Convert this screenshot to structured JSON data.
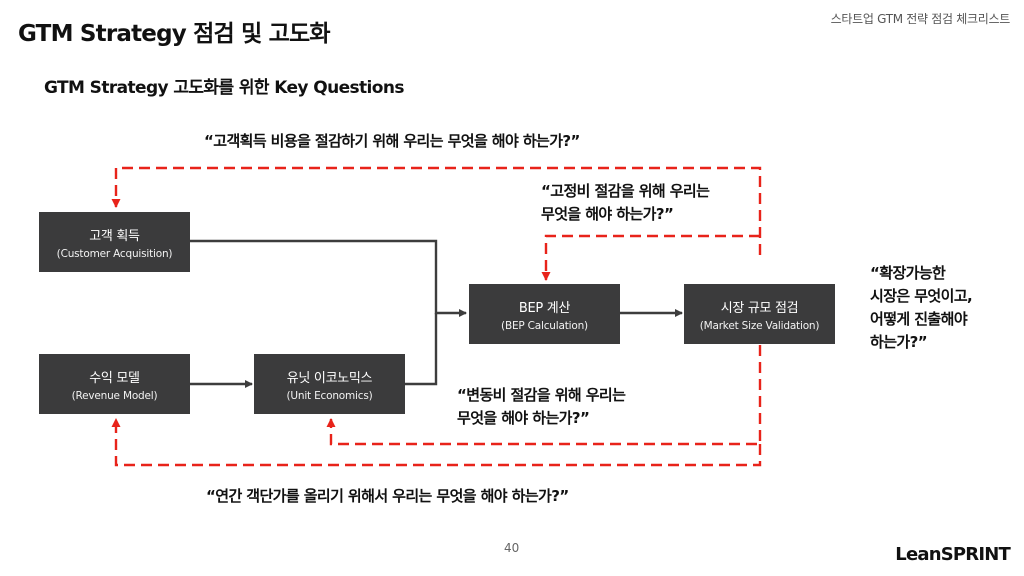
{
  "header": {
    "title": "GTM Strategy 점검 및 고도화",
    "section_label": "스타트업 GTM 전략 점검 체크리스트"
  },
  "subtitle": "GTM Strategy 고도화를 위한 Key Questions",
  "boxes": {
    "customer_acquisition": {
      "title": "고객 획득",
      "subtitle": "(Customer Acquisition)"
    },
    "revenue_model": {
      "title": "수익 모델",
      "subtitle": "(Revenue Model)"
    },
    "unit_economics": {
      "title": "유닛 이코노믹스",
      "subtitle": "(Unit Economics)"
    },
    "bep": {
      "title": "BEP 계산",
      "subtitle": "(BEP Calculation)"
    },
    "market_size": {
      "title": "시장 규모 점검",
      "subtitle": "(Market Size Validation)"
    }
  },
  "questions": {
    "cac": "“고객획득 비용을 절감하기 위해 우리는 무엇을 해야 하는가?”",
    "fixed_cost": [
      "“고정비 절감을 위해 우리는",
      "무엇을 해야 하는가?”"
    ],
    "variable_cost": [
      "“변동비 절감을 위해 우리는",
      "무엇을 해야 하는가?”"
    ],
    "scalable_market": [
      "“확장가능한",
      "시장은 무엇이고,",
      "어떻게 진출해야",
      "하는가?”"
    ],
    "unit_price": "“연간 객단가를 올리기 위해서 우리는 무엇을 해야 하는가?”"
  },
  "colors": {
    "box": "#3b3b3c",
    "solid_arrow": "#3d3d3d",
    "dashed_arrow": "#e8231a"
  },
  "footer": {
    "page_number": "40",
    "logo": "LeanSPRINT"
  }
}
